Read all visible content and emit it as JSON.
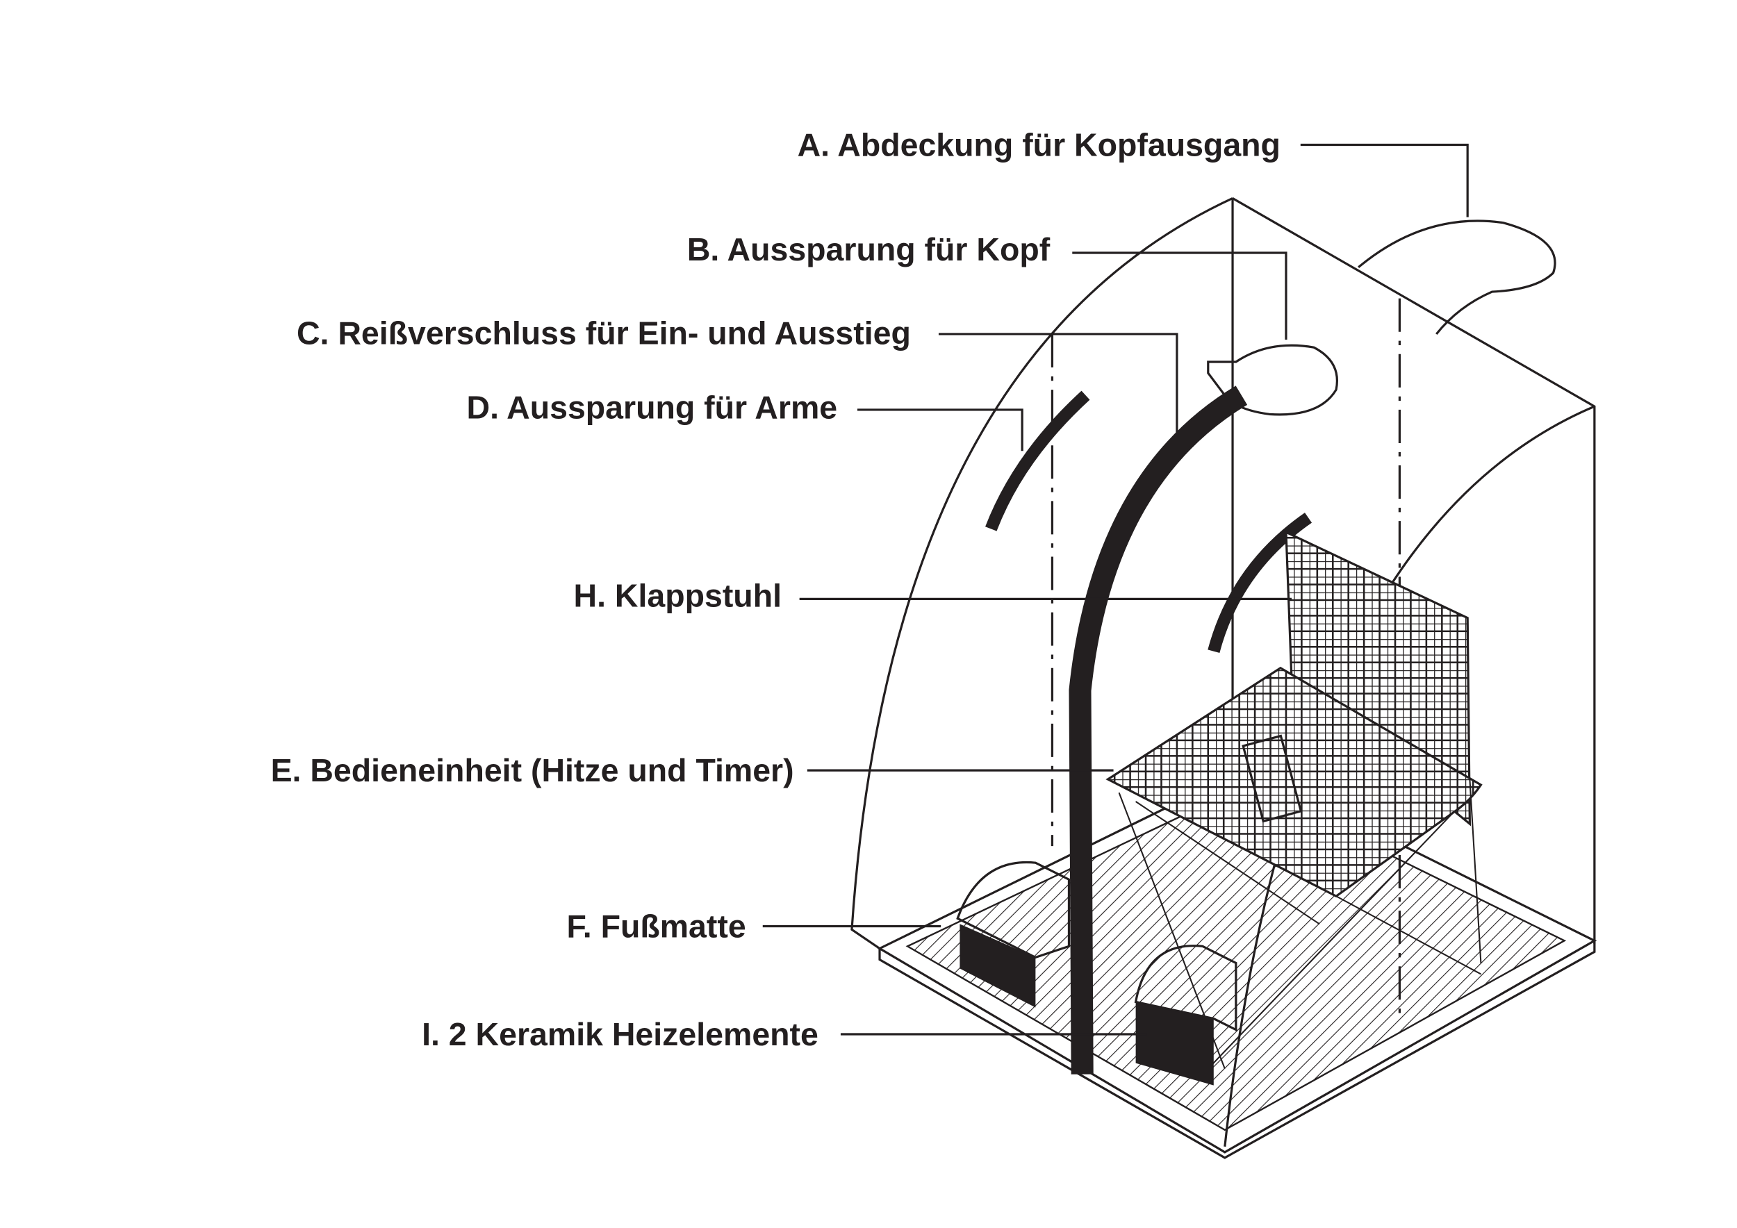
{
  "labels": {
    "a": "A. Abdeckung für Kopfausgang",
    "b": "B. Aussparung für Kopf",
    "c": "C. Reißverschluss für Ein- und Ausstieg",
    "d": "D. Aussparung für Arme",
    "h": "H. Klappstuhl",
    "e": "E. Bedieneinheit (Hitze und Timer)",
    "f": "F. Fußmatte",
    "i": "I. 2 Keramik Heizelemente"
  },
  "colors": {
    "ink": "#231f20",
    "background": "#ffffff"
  }
}
